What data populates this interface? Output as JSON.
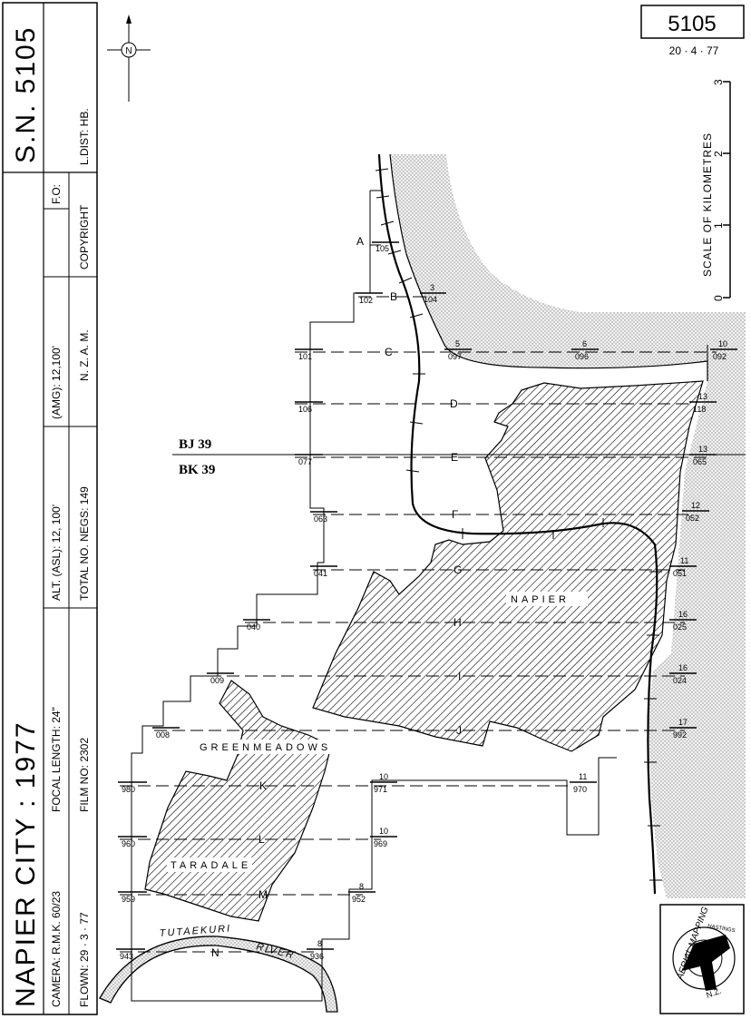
{
  "sidebar": {
    "title": "NAPIER  CITY  :  1977",
    "sn": "S.N. 5105",
    "camera": "CAMERA:  R.M.K. 60/23",
    "flown": "FLOWN:  29 · 3 · 77",
    "focal": "FOCAL LENGTH:  24\"",
    "film": "FILM NO:  2302",
    "alt": "ALT. (ASL):  12, 100'",
    "negs": "TOTAL NO. NEGS:  149",
    "amg": "(AMG):  12,100'",
    "nzam": "N. Z. A. M.",
    "copyright": "COPYRIGHT",
    "fo": "F.O:",
    "ldist": "L.DIST:  HB."
  },
  "header": {
    "box": "5105",
    "date": "20 · 4 · 77"
  },
  "north": "N",
  "scale": {
    "label": "SCALE   OF   KILOMETRES",
    "ticks": [
      "0",
      "1",
      "2",
      "3"
    ]
  },
  "grid": {
    "north_sheet": "BJ 39",
    "south_sheet": "BK 39"
  },
  "places": {
    "napier": "NAPIER",
    "greenmeadows": "GREENMEADOWS",
    "taradale": "TARADALE",
    "river": "TUTAEKURI",
    "river2": "RIVER"
  },
  "runs": [
    "A",
    "B",
    "C",
    "D",
    "E",
    "F",
    "G",
    "H",
    "I",
    "J",
    "K",
    "L",
    "M",
    "N"
  ],
  "left_frames": [
    "105",
    "102",
    "101",
    "106",
    "077",
    "063",
    "041",
    "040",
    "009",
    "008",
    "980",
    "960",
    "959",
    "943"
  ],
  "fractions": [
    {
      "top": "3",
      "bot": "104"
    },
    {
      "top": "5",
      "bot": "097"
    },
    {
      "top": "6",
      "bot": "096"
    },
    {
      "top": "10",
      "bot": "092"
    },
    {
      "top": "13",
      "bot": "118"
    },
    {
      "top": "13",
      "bot": "065"
    },
    {
      "top": "12",
      "bot": "052"
    },
    {
      "top": "11",
      "bot": "051"
    },
    {
      "top": "16",
      "bot": "025"
    },
    {
      "top": "16",
      "bot": "024"
    },
    {
      "top": "17",
      "bot": "992"
    },
    {
      "top": "10",
      "bot": "971"
    },
    {
      "top": "11",
      "bot": "970"
    },
    {
      "top": "10",
      "bot": "969"
    },
    {
      "top": "8",
      "bot": "952"
    },
    {
      "top": "8",
      "bot": "936"
    }
  ],
  "logo": {
    "text1": "AERIAL  MAPPING",
    "text2": "N.Z.",
    "text3": "HASTINGS"
  },
  "colors": {
    "sea_dot": "#9a9a9a",
    "hatch": "#000000"
  }
}
